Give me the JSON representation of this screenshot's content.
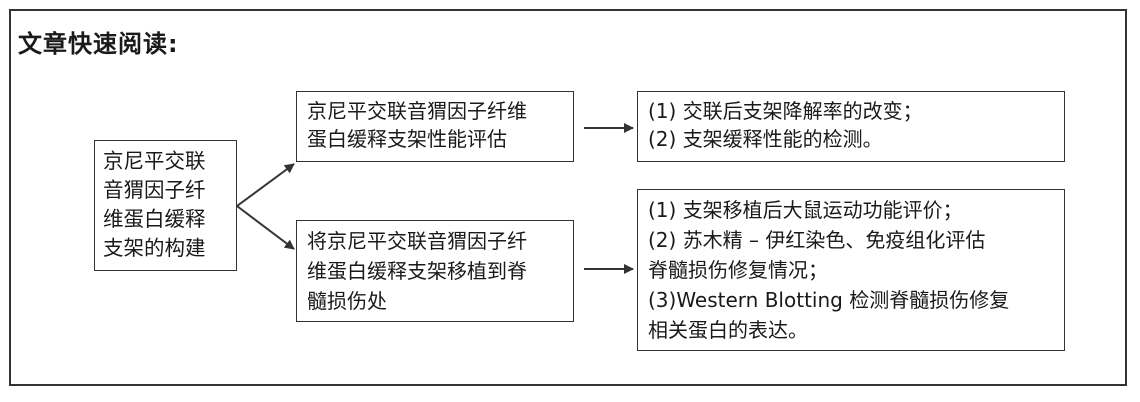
{
  "title": "文章快速阅读:",
  "boxes": {
    "root": {
      "lines": [
        "京尼平交联",
        "音猬因子纤",
        "维蛋白缓释",
        "支架的构建"
      ]
    },
    "eval": {
      "lines": [
        "京尼平交联音猬因子纤维",
        "蛋白缓释支架性能评估"
      ]
    },
    "implant": {
      "lines": [
        "将京尼平交联音猬因子纤",
        "维蛋白缓释支架移植到脊",
        "髓损伤处"
      ]
    },
    "eval_items": {
      "lines": [
        "(1) 交联后支架降解率的改变；",
        "(2) 支架缓释性能的检测。"
      ]
    },
    "implant_items": {
      "lines": [
        "(1) 支架移植后大鼠运动功能评价；",
        "(2) 苏木精 – 伊红染色、免疫组化评估",
        "脊髓损伤修复情况；",
        "(3)Western Blotting 检测脊髓损伤修复",
        "相关蛋白的表达。"
      ]
    }
  },
  "colors": {
    "stroke": "#333333",
    "text": "#1a1a1a",
    "background": "#ffffff"
  }
}
